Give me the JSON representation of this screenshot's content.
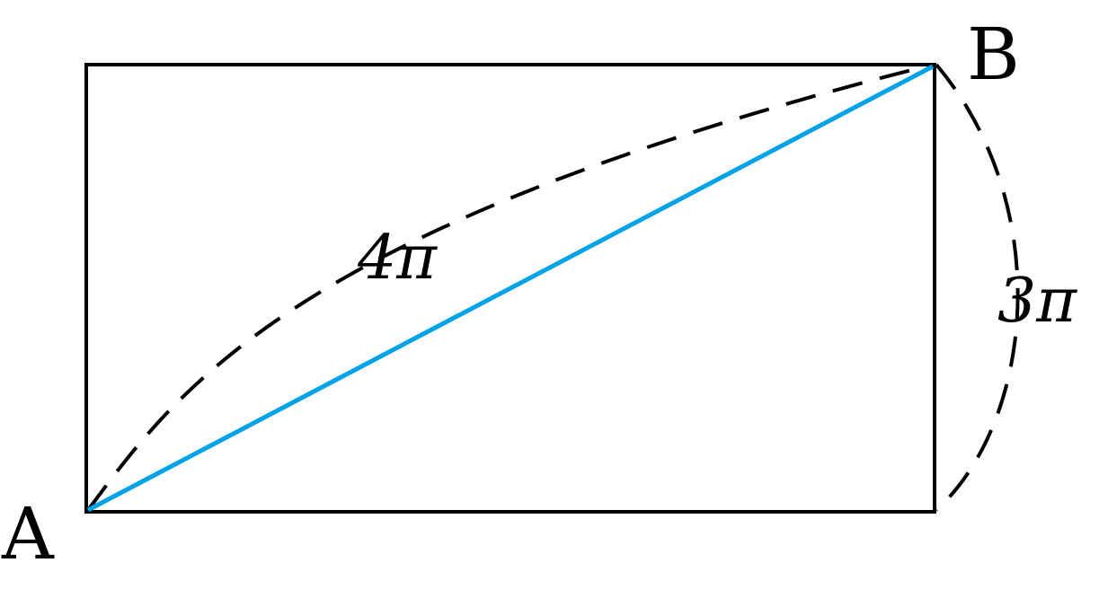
{
  "labels": {
    "point_a": "A",
    "point_b": "B",
    "top_arc": "4π",
    "right_arc": "3π"
  },
  "colors": {
    "stroke": "#000000",
    "diagonal": "#00a2e8",
    "background": "#ffffff"
  }
}
